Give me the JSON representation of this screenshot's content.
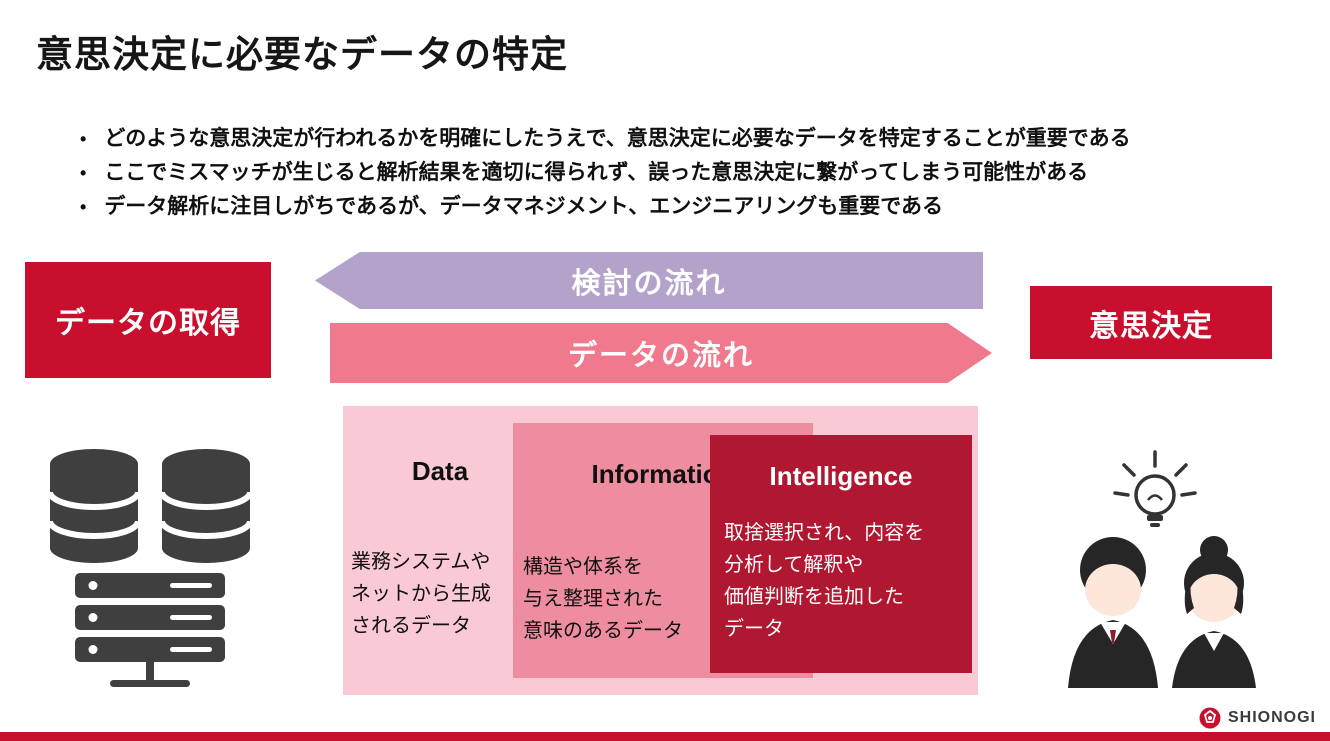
{
  "slide": {
    "title": "意思決定に必要なデータの特定",
    "bullet_marker": "•",
    "bullets": [
      "どのような意思決定が行われるかを明確にしたうえで、意思決定に必要なデータを特定することが重要である",
      "ここでミスマッチが生じると解析結果を適切に得られず、誤った意思決定に繋がってしまう可能性がある",
      "データ解析に注目しがちであるが、データマネジメント、エンジニアリングも重要である"
    ]
  },
  "flow": {
    "source_label": "データの取得",
    "decision_label": "意思決定",
    "study_arrow_label": "検討の流れ",
    "data_arrow_label": "データの流れ"
  },
  "stages": {
    "data": {
      "title": "Data",
      "body": "業務システムや\nネットから生成\nされるデータ"
    },
    "information": {
      "title": "Information",
      "body": "構造や体系を\n与え整理された\n意味のあるデータ"
    },
    "intelligence": {
      "title": "Intelligence",
      "body": "取捨選択され、内容を\n分析して解釈や\n価値判断を追加した\nデータ"
    }
  },
  "footer": {
    "logo_text": "SHIONOGI"
  },
  "icons": {
    "left": [
      "database-icon",
      "server-icon"
    ],
    "right": [
      "lightbulb-icon",
      "business-people-illustration"
    ],
    "logo": "shionogi-mark-icon"
  },
  "colors": {
    "brand_red": "#c8102e",
    "purple_arrow": "#b3a2c9",
    "pink_arrow": "#f1798e",
    "stage_bg_light": "#f9cad3",
    "stage_bg_mid": "#ef8da0",
    "stage_bg_dark": "#b01730",
    "icon_gray": "#3f3f3f"
  }
}
